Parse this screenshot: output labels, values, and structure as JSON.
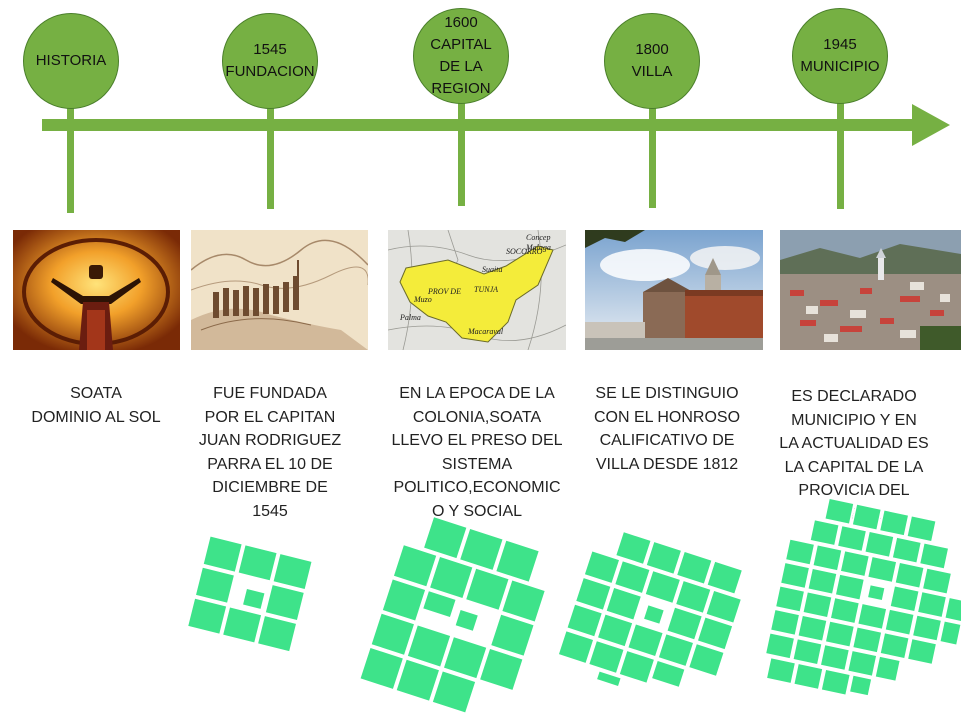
{
  "timeline": {
    "colors": {
      "line": "#76b043",
      "node": "#76b043",
      "blocks": "#3ee38a"
    },
    "nodes": [
      {
        "label": "HISTORIA"
      },
      {
        "label": "1545\nFUNDACION"
      },
      {
        "label": "1600\nCAPITAL\nDE LA\nREGION"
      },
      {
        "label": "1800\nVILLA"
      },
      {
        "label": "1945\nMUNICIPIO"
      }
    ],
    "photos": [
      {
        "icon": "sun-worship-icon"
      },
      {
        "icon": "foundation-sketch-icon"
      },
      {
        "icon": "colonial-map-icon",
        "labels": [
          "SOCORRO",
          "PROV DE",
          "TUNJA",
          "Suaita",
          "Macaraval",
          "Muzo",
          "Palma",
          "Concep",
          "Malaga"
        ]
      },
      {
        "icon": "church-plaza-icon"
      },
      {
        "icon": "town-panorama-icon"
      }
    ],
    "descriptions": [
      "SOATA\nDOMINIO AL SOL",
      "FUE FUNDADA\nPOR EL CAPITAN\nJUAN RODRIGUEZ\nPARRA EL 10 DE\nDICIEMBRE DE\n1545",
      "EN LA EPOCA DE LA\nCOLONIA,SOATA\nLLEVO EL PRESO DEL\nSISTEMA\nPOLITICO,ECONOMIC\nO Y SOCIAL",
      "SE LE DISTINGUIO\nCON EL HONROSO\nCALIFICATIVO DE\nVILLA DESDE 1812",
      "ES DECLARADO\nMUNICIPIO Y EN\nLA ACTUALIDAD ES\nLA CAPITAL DE LA\nPROVICIA DEL\nNORTE"
    ]
  }
}
